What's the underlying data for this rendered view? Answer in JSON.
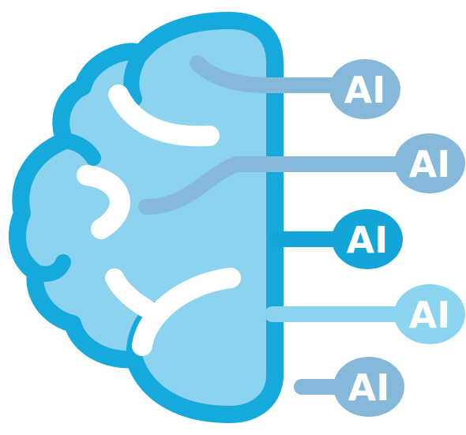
{
  "illustration": {
    "subject": "brain-icon",
    "colors": {
      "outline": "#16a9dc",
      "brain_fill": "#8bd3ee",
      "muted_connector": "#86b9d9",
      "bright_bubble": "#14a5d8",
      "light_bubble": "#8bd4ef",
      "highlight": "#ffffff"
    },
    "bubbles": [
      {
        "label": "AI",
        "color": "#86b9d9"
      },
      {
        "label": "AI",
        "color": "#86b9d9"
      },
      {
        "label": "AI",
        "color": "#14a5d8"
      },
      {
        "label": "AI",
        "color": "#8bd4ef"
      },
      {
        "label": "AI",
        "color": "#86b9d9"
      }
    ]
  }
}
